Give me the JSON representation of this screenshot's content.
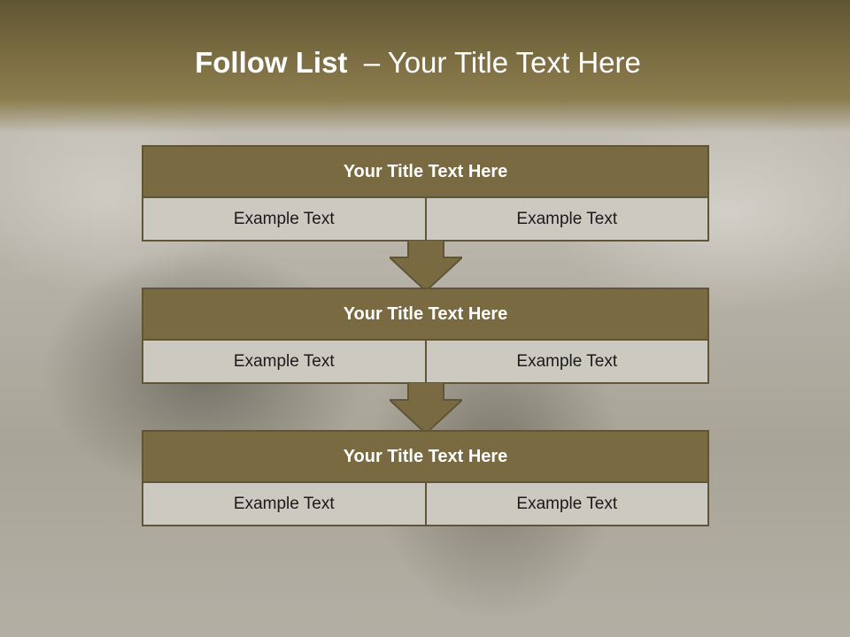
{
  "slide": {
    "title_bold": "Follow List",
    "title_rest": "– Your Title Text Here"
  },
  "blocks": [
    {
      "title": "Your Title Text Here",
      "cells": [
        "Example Text",
        "Example Text"
      ]
    },
    {
      "title": "Your Title Text Here",
      "cells": [
        "Example Text",
        "Example Text"
      ]
    },
    {
      "title": "Your Title Text Here",
      "cells": [
        "Example Text",
        "Example Text"
      ]
    }
  ],
  "colors": {
    "header_fill": "#7a6a41",
    "cell_fill": "#ccc9c1",
    "border": "#5f5637",
    "arrow": "#7a6a41"
  }
}
